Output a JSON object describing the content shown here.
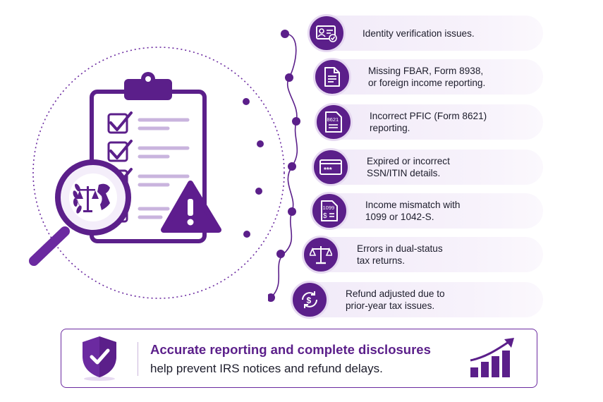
{
  "checklist": {
    "items": [
      {
        "icon": "id-card-icon",
        "text": "Identity verification issues."
      },
      {
        "icon": "document-icon",
        "text": "Missing FBAR, Form 8938,\nor foreign income reporting."
      },
      {
        "icon": "form-8621-icon",
        "text": "Incorrect PFIC (Form 8621)\nreporting."
      },
      {
        "icon": "card-masked-icon",
        "text": "Expired or incorrect\nSSN/ITIN details."
      },
      {
        "icon": "form-1099-icon",
        "text": "Income mismatch with\n1099 or 1042-S."
      },
      {
        "icon": "scales-icon",
        "text": "Errors in dual-status\ntax returns."
      },
      {
        "icon": "refund-cycle-icon",
        "text": "Refund adjusted due to\nprior-year tax issues."
      }
    ]
  },
  "icon_labels": {
    "form_8621": "8621",
    "form_1099": "1099",
    "masked_number": "***",
    "dollar": "$"
  },
  "banner": {
    "headline": "Accurate reporting and complete disclosures",
    "subline": "help prevent IRS notices and refund delays."
  },
  "colors": {
    "primary": "#5b1f8a",
    "accent": "#7b3fb3",
    "warning": "#5e1d8e",
    "pill_bg": "#f1eaf8"
  }
}
